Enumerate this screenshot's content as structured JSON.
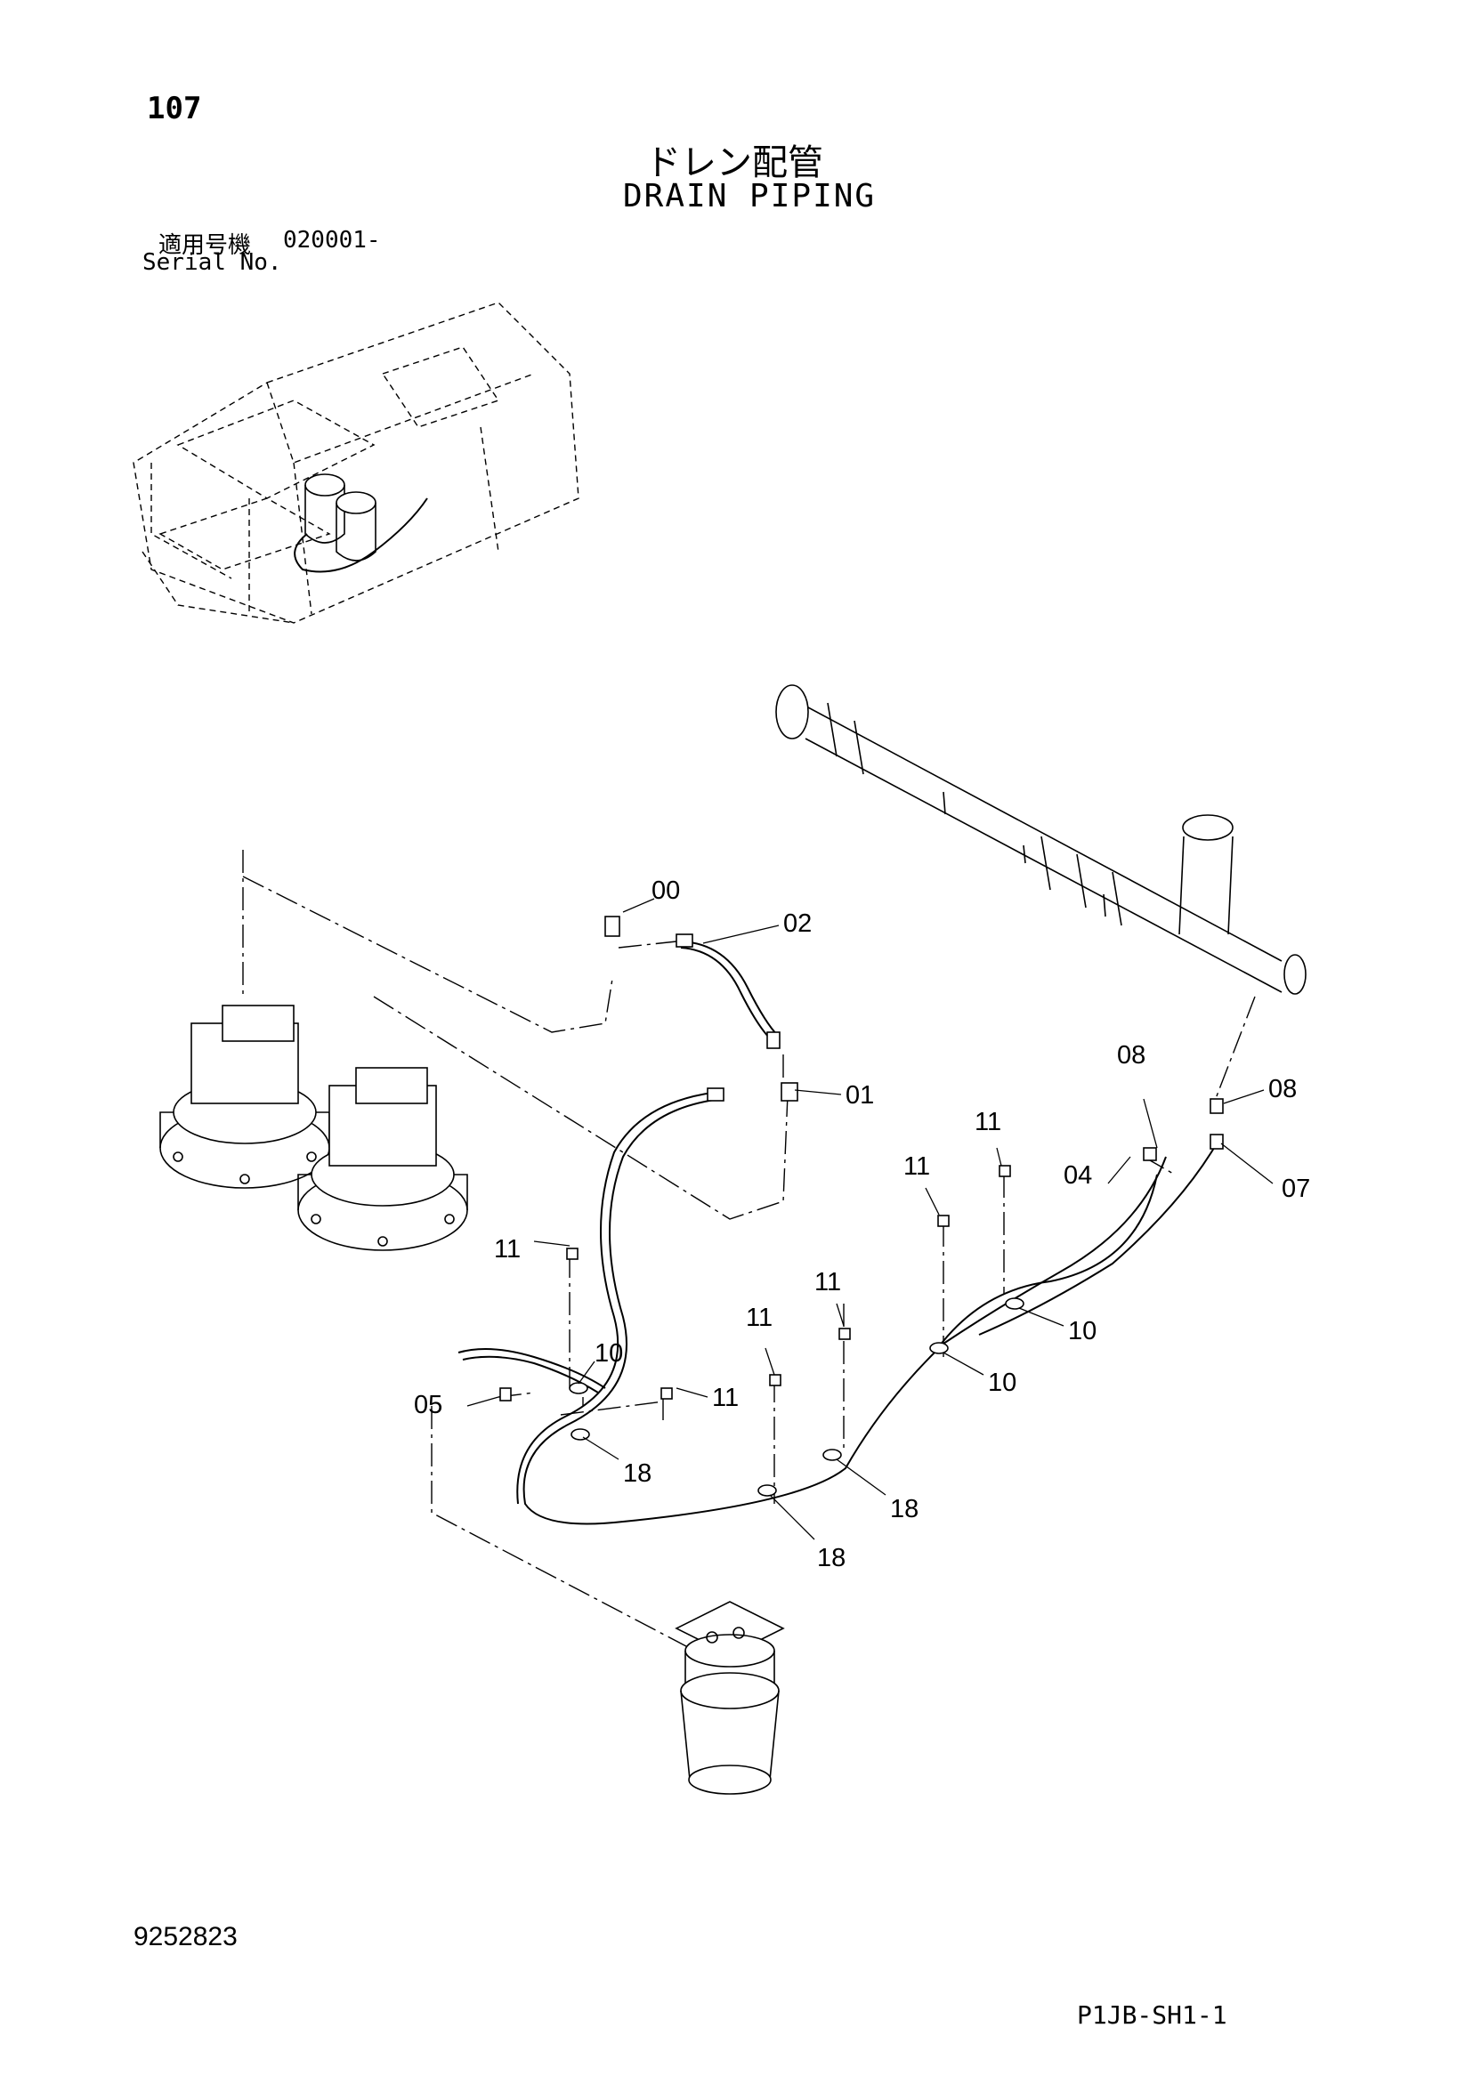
{
  "header": {
    "page_number": "107",
    "title_jp": "ドレン配管",
    "title_en": "DRAIN PIPING",
    "serial_label_jp": "適用号機",
    "serial_value": "020001-",
    "serial_label_en": "Serial No."
  },
  "callouts": [
    {
      "id": "c-00",
      "label": "00"
    },
    {
      "id": "c-02",
      "label": "02"
    },
    {
      "id": "c-01",
      "label": "01"
    },
    {
      "id": "c-08a",
      "label": "08"
    },
    {
      "id": "c-08b",
      "label": "08"
    },
    {
      "id": "c-04",
      "label": "04"
    },
    {
      "id": "c-07",
      "label": "07"
    },
    {
      "id": "c-11a",
      "label": "11"
    },
    {
      "id": "c-11b",
      "label": "11"
    },
    {
      "id": "c-11c",
      "label": "11"
    },
    {
      "id": "c-11d",
      "label": "11"
    },
    {
      "id": "c-11e",
      "label": "11"
    },
    {
      "id": "c-11f",
      "label": "11"
    },
    {
      "id": "c-10a",
      "label": "10"
    },
    {
      "id": "c-10b",
      "label": "10"
    },
    {
      "id": "c-10c",
      "label": "10"
    },
    {
      "id": "c-05",
      "label": "05"
    },
    {
      "id": "c-18a",
      "label": "18"
    },
    {
      "id": "c-18b",
      "label": "18"
    },
    {
      "id": "c-18c",
      "label": "18"
    }
  ],
  "footer": {
    "document_number": "9252823",
    "sheet_code": "P1JB-SH1-1"
  }
}
